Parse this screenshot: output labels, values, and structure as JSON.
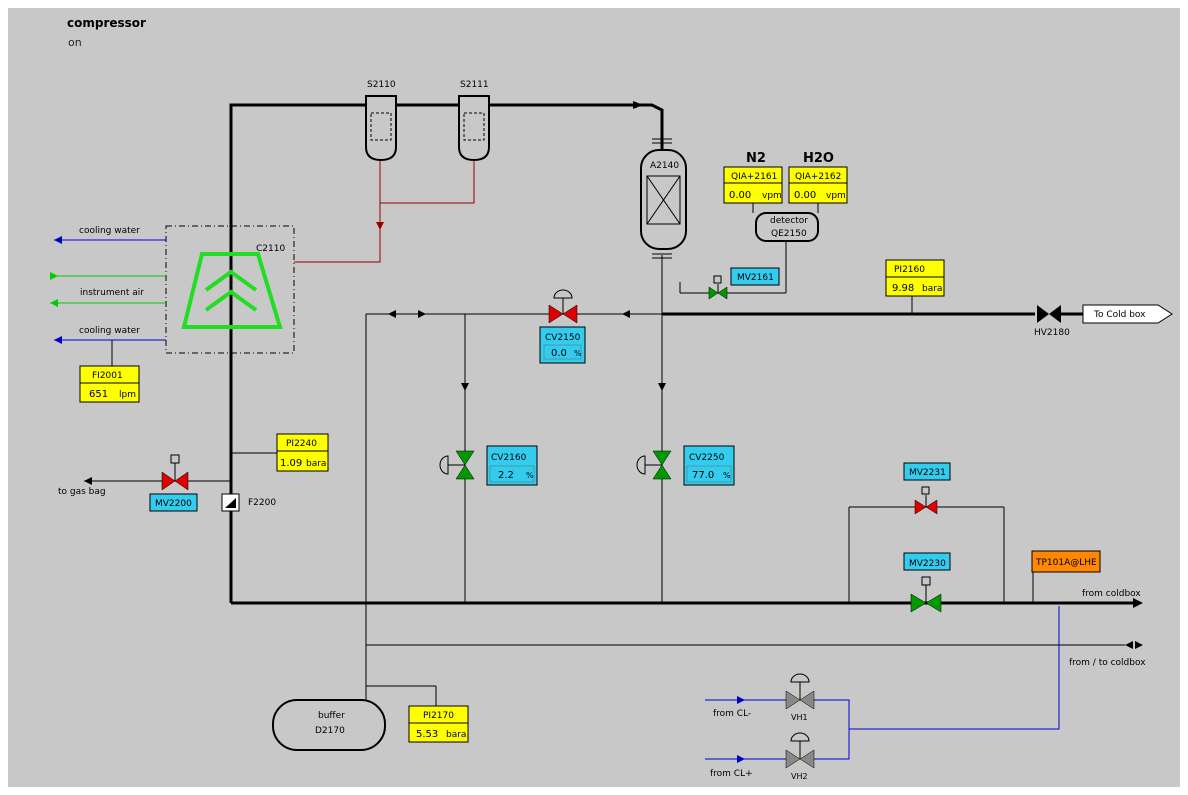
{
  "header": {
    "title": "compressor",
    "status": "on"
  },
  "compressor": {
    "tag": "C2110"
  },
  "filters": [
    {
      "tag": "S2110"
    },
    {
      "tag": "S2111"
    }
  ],
  "adsorber": {
    "tag": "A2140"
  },
  "detector": {
    "label": "detector",
    "tag": "QE2150"
  },
  "buffer": {
    "label": "buffer",
    "tag": "D2170"
  },
  "analyzers": {
    "n2": {
      "heading": "N2",
      "tag": "QIA+2161",
      "value": "0.00",
      "unit": "vpm"
    },
    "h2o": {
      "heading": "H2O",
      "tag": "QIA+2162",
      "value": "0.00",
      "unit": "vpm"
    }
  },
  "instruments": {
    "pi2160": {
      "tag": "PI2160",
      "value": "9.98",
      "unit": "bara"
    },
    "pi2240": {
      "tag": "PI2240",
      "value": "1.09",
      "unit": "bara"
    },
    "pi2170": {
      "tag": "PI2170",
      "value": "5.53",
      "unit": "bara"
    },
    "fi2001": {
      "tag": "FI2001",
      "value": "651",
      "unit": "lpm"
    },
    "tp101a": {
      "tag": "TP101A@LHE"
    }
  },
  "control_valves": {
    "cv2150": {
      "tag": "CV2150",
      "value": "0.0",
      "unit": "%"
    },
    "cv2160": {
      "tag": "CV2160",
      "value": "2.2",
      "unit": "%"
    },
    "cv2250": {
      "tag": "CV2250",
      "value": "77.0",
      "unit": "%"
    }
  },
  "manual_valves": {
    "mv2161": {
      "tag": "MV2161"
    },
    "mv2200": {
      "tag": "MV2200"
    },
    "mv2231": {
      "tag": "MV2231"
    },
    "mv2230": {
      "tag": "MV2230"
    },
    "hv2180": {
      "tag": "HV2180"
    },
    "vh1": {
      "tag": "VH1"
    },
    "vh2": {
      "tag": "VH2"
    },
    "f2200": {
      "tag": "F2200"
    }
  },
  "labels": {
    "cooling_water_in": "cooling water",
    "instrument_air": "instrument air",
    "cooling_water_out": "cooling water",
    "to_gas_bag": "to gas bag",
    "to_cold_box": "To Cold box",
    "from_coldbox": "from coldbox",
    "from_to_coldbox": "from / to coldbox",
    "from_cl_minus": "from CL-",
    "from_cl_plus": "from CL+"
  },
  "colors": {
    "background": "#c8c8c8",
    "indicator_yellow": "#ffff00",
    "valve_label_cyan": "#33ccee",
    "alarm_orange": "#ff8800",
    "valve_closed": "#dd0000",
    "valve_open": "#009900",
    "cooling_water": "#0000cc",
    "instrument_air": "#00cc00",
    "control_line": "#990000"
  }
}
